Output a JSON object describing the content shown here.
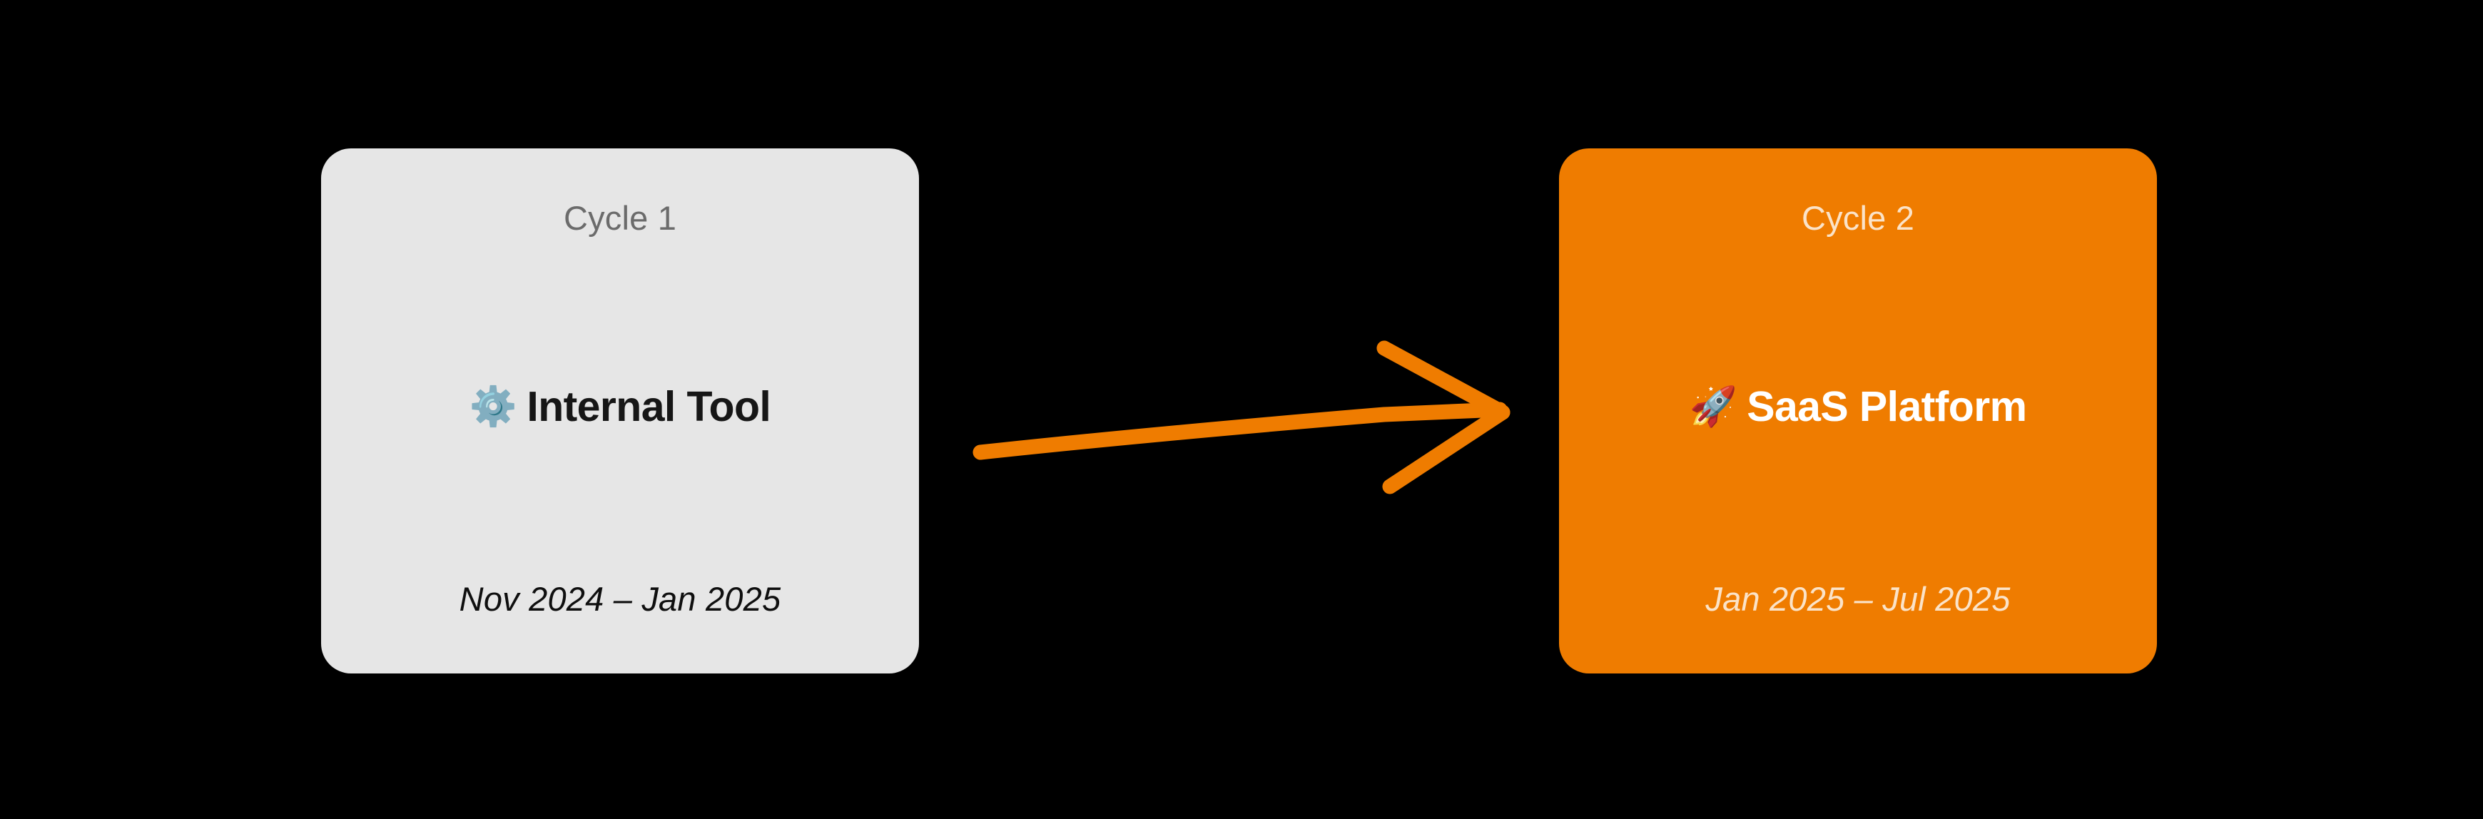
{
  "diagram": {
    "background_color": "#000000",
    "accent_color": "#EF7C00",
    "muted_surface_color": "#E6E6E6",
    "type": "two-stage progression flow"
  },
  "cards": {
    "phase_one": {
      "eyebrow": "Cycle 1",
      "icon": "gear-emoji",
      "icon_glyph": "⚙️",
      "title": "Internal Tool",
      "dates": "Nov 2024 – Jan 2025",
      "surface_color": "#E6E6E6",
      "eyebrow_color": "#6B6B6B",
      "title_color": "#161616",
      "dates_color": "#0F0F0F"
    },
    "phase_two": {
      "eyebrow": "Cycle 2",
      "icon": "rocket-emoji",
      "icon_glyph": "🚀",
      "title": "SaaS Platform",
      "dates": "Jan 2025 – Jul 2025",
      "surface_color": "#EF7C00",
      "eyebrow_color": "#FBE3C8",
      "title_color": "#FFFFFF",
      "dates_color": "#FBE3C8"
    }
  },
  "connector": {
    "name": "progression-arrow",
    "style": "hand-drawn",
    "color": "#EF7C00",
    "direction": "left-to-right",
    "from": "Cycle 1",
    "to": "Cycle 2"
  }
}
